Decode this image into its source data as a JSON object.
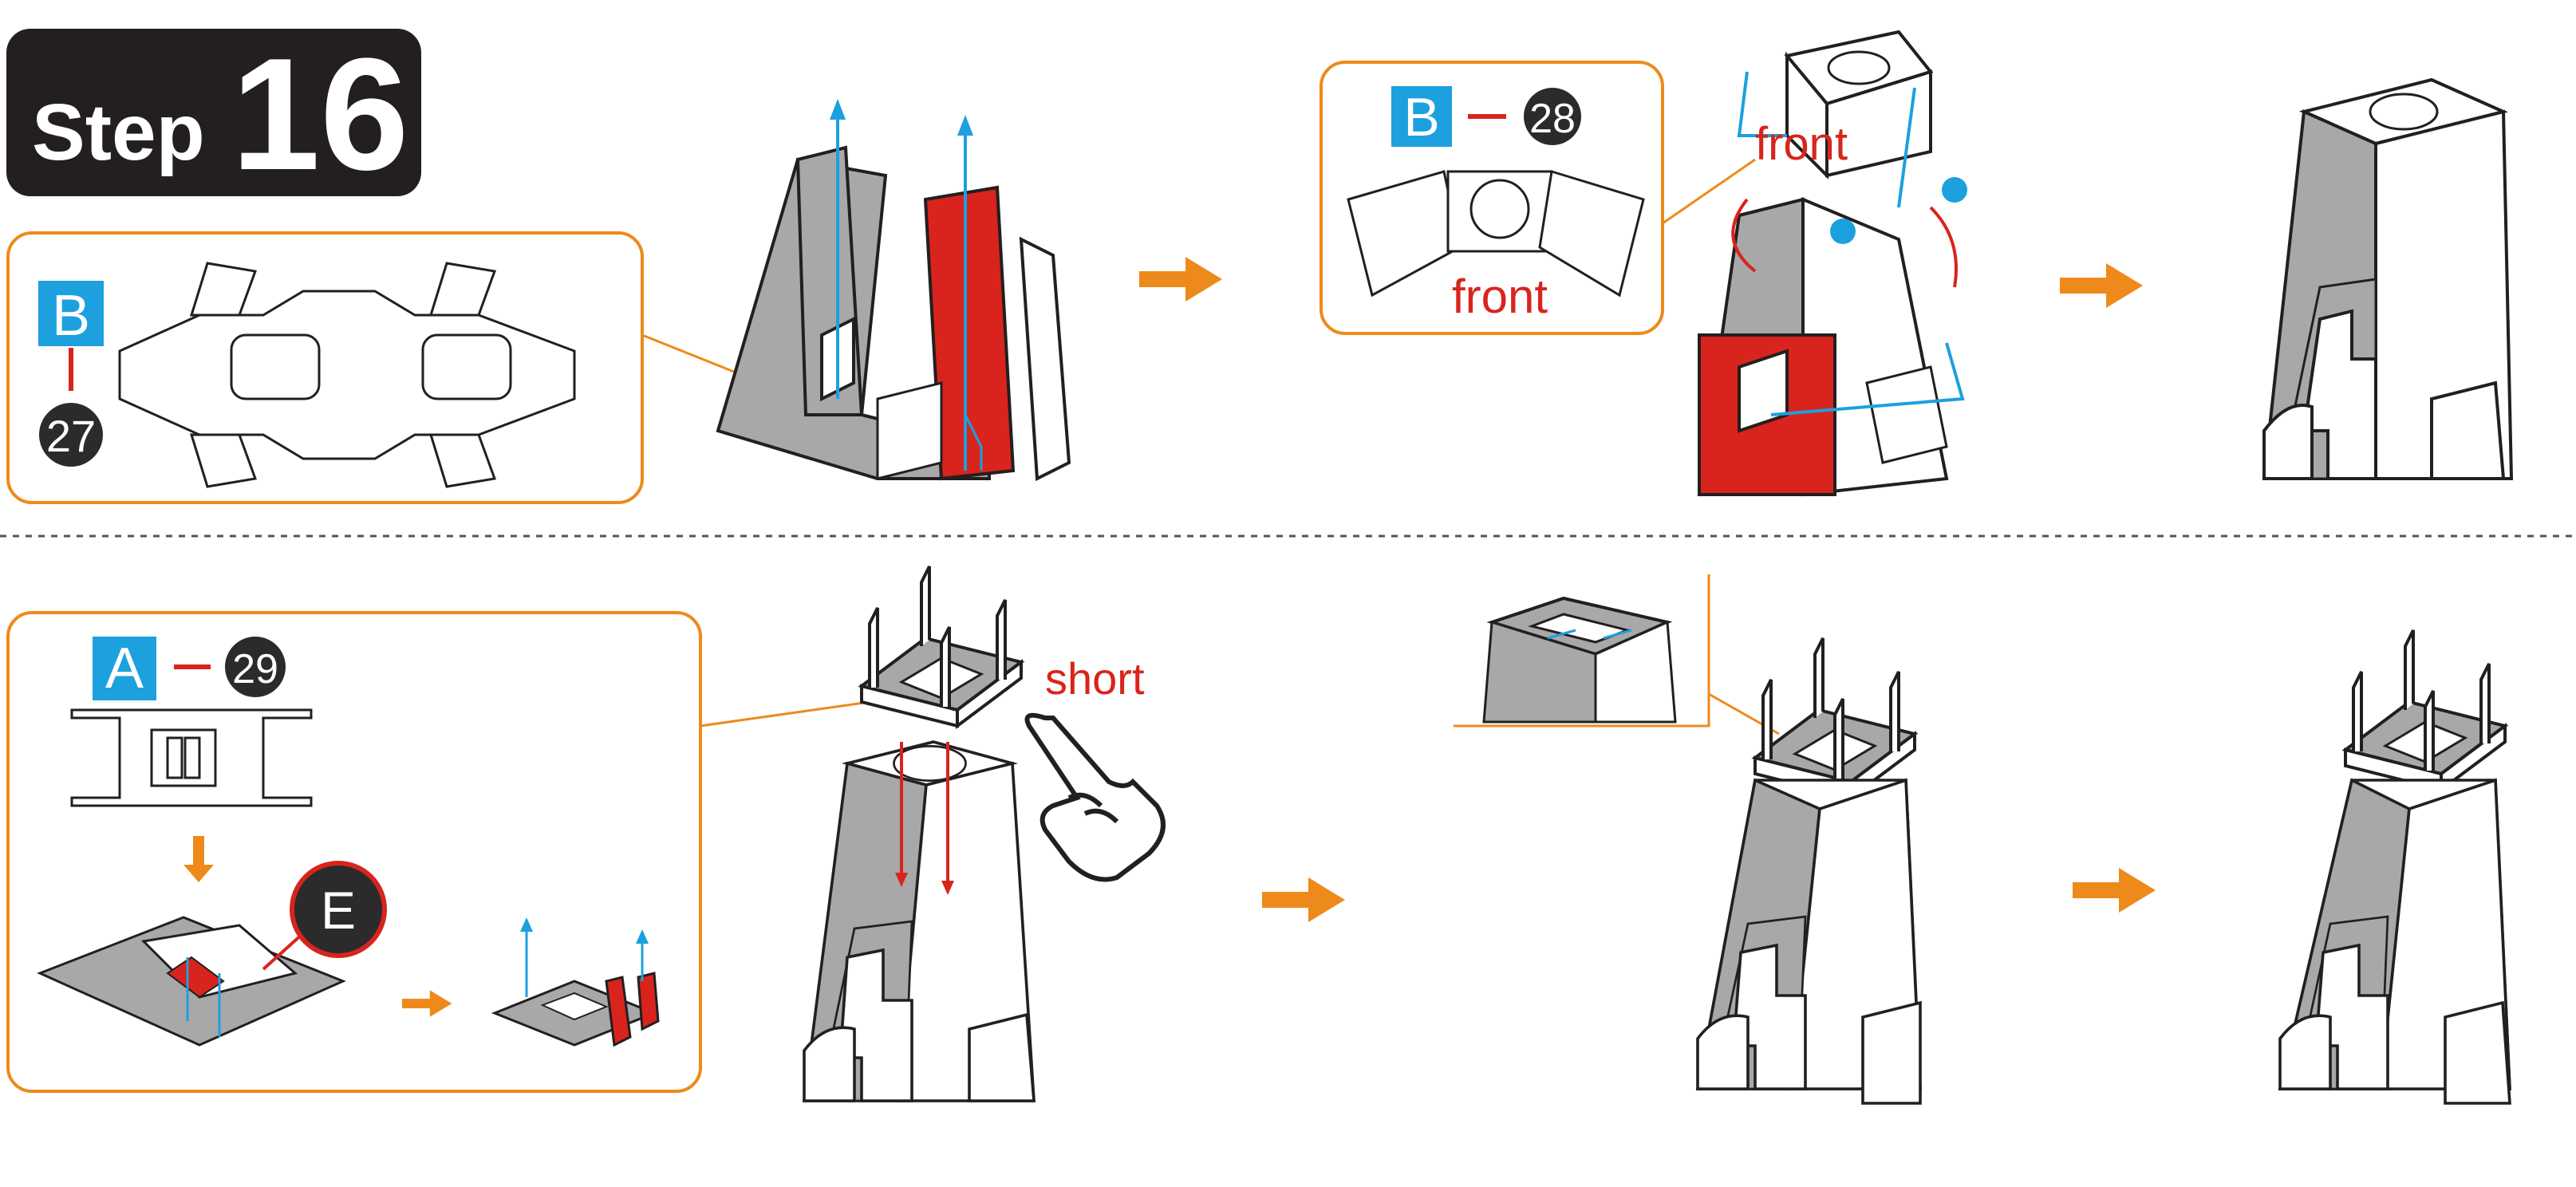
{
  "step": {
    "word": "Step",
    "number": "16"
  },
  "colors": {
    "orange": "#ee8a1b",
    "blue": "#1ca0de",
    "red": "#d8241c",
    "gray": "#a8a8a8",
    "black": "#231f20",
    "dark_badge": "#2b2b2b"
  },
  "panel1": {
    "letter": "B",
    "number": "27"
  },
  "panel2": {
    "letter": "B",
    "number": "28",
    "front_label": "front",
    "model_front_label": "front"
  },
  "panel3": {
    "letter": "A",
    "number": "29",
    "callout": "E"
  },
  "short_label": "short",
  "icons": [
    "arrow-right-icon",
    "pointing-hand-icon"
  ]
}
